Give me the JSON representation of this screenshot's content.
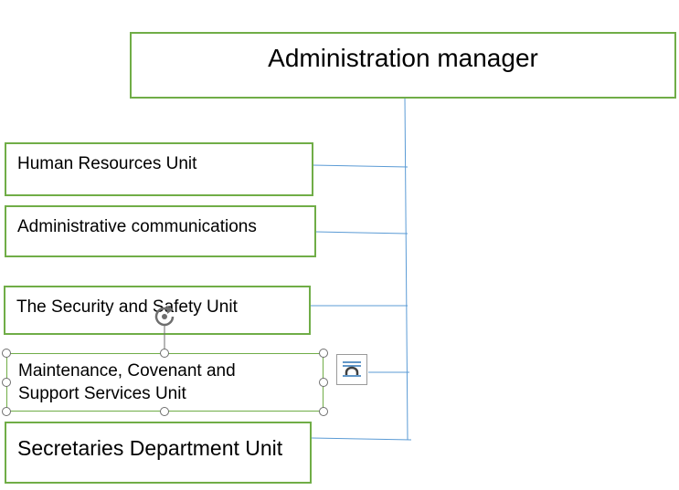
{
  "org_chart": {
    "manager": "Administration manager",
    "units": [
      "Human Resources Unit",
      "Administrative communications",
      "The Security and Safety Unit",
      "Maintenance, Covenant and Support Services Unit",
      "Secretaries Department Unit"
    ]
  },
  "colors": {
    "box_border": "#70ad47",
    "connector": "#5b9bd5",
    "selection_handle": "#6e6e6e"
  },
  "icons": {
    "rotate": "rotate-icon",
    "layout_options": "layout-options-icon"
  }
}
